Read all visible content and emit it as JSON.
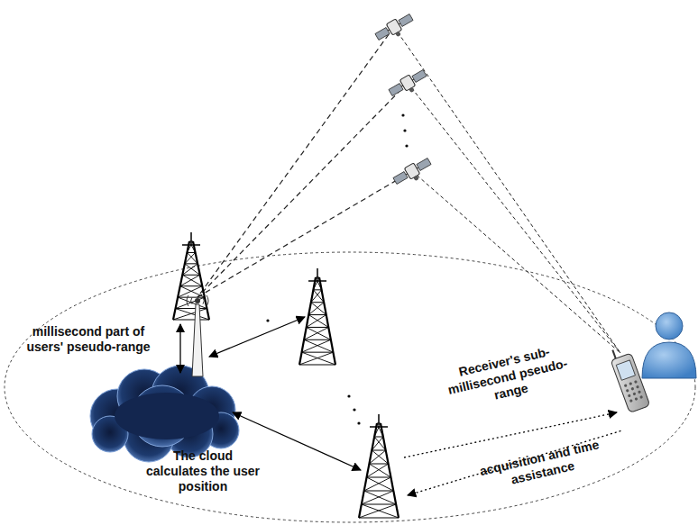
{
  "diagram": {
    "labels": [
      "millisecond part of users' pseudo-range",
      "The cloud calculates the user position",
      "Receiver's sub-millisecond pseudo-range",
      "acquisition and time assistance"
    ]
  }
}
